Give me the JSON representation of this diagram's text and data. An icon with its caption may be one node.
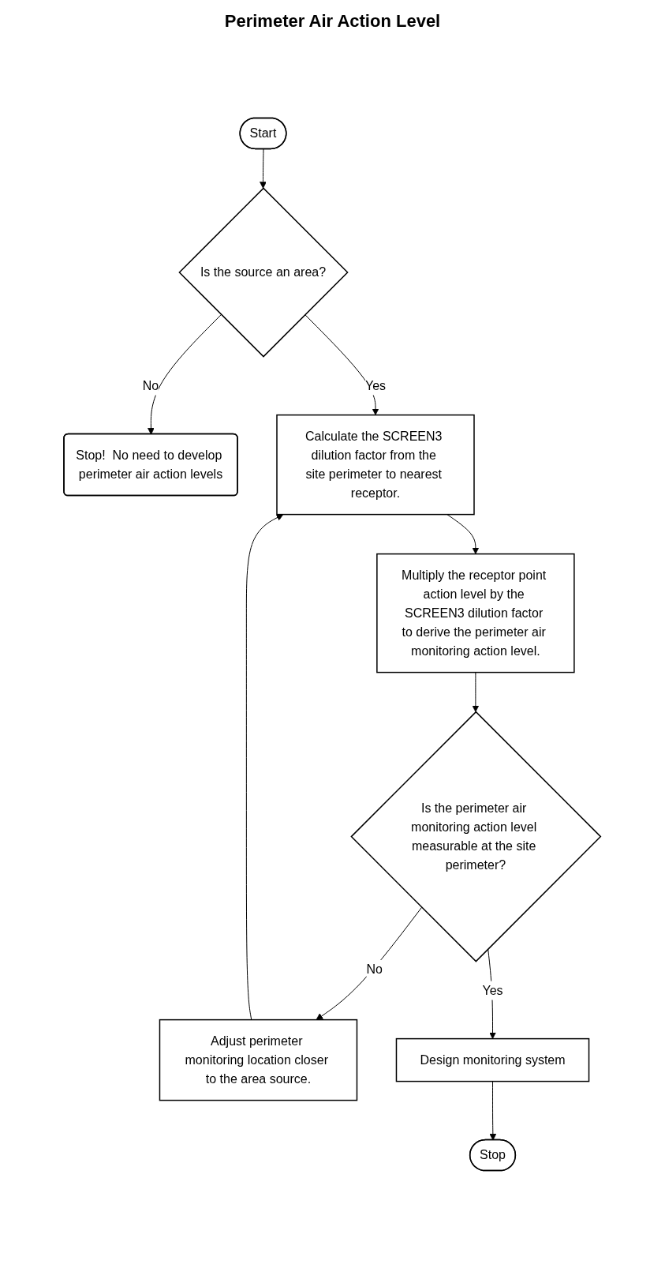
{
  "diagram": {
    "title": "Perimeter Air Action Level",
    "nodes": [
      {
        "text": [
          "Start"
        ]
      },
      {
        "text": [
          "Is the source an area?"
        ]
      },
      {
        "text": [
          "Stop!  No need to develop perimeter air action levels"
        ]
      },
      {
        "text": [
          "Calculate the SCREEN3 dilution factor from the site perimeter to nearest receptor."
        ]
      },
      {
        "text": [
          "Multiply the receptor point action level by the SCREEN3 dilution factor to derive the perimeter air monitoring action level."
        ]
      },
      {
        "text": [
          "Adjust perimeter monitoring location closer to the area source."
        ]
      },
      {
        "text": [
          "Is the perimeter air monitoring action level measurable at the site perimeter?"
        ]
      },
      {
        "text": [
          "Design monitoring system"
        ]
      },
      {
        "text": [
          "Stop"
        ]
      }
    ],
    "edges": [
      {
        "from": 0,
        "to": 1,
        "arrow": "to"
      },
      {
        "from": 1,
        "to": 2,
        "arrow": "to",
        "label": "No"
      },
      {
        "from": 1,
        "to": 3,
        "arrow": "to",
        "label": "Yes"
      },
      {
        "from": 3,
        "to": 4,
        "arrow": "to"
      },
      {
        "from": 4,
        "to": 6,
        "arrow": "to"
      },
      {
        "from": 6,
        "to": 5,
        "arrow": "to",
        "label": "No"
      },
      {
        "from": 5,
        "to": 3,
        "arrow": "to"
      },
      {
        "from": 6,
        "to": 7,
        "arrow": "to",
        "label": "Yes"
      },
      {
        "from": 7,
        "to": 8,
        "arrow": "to"
      }
    ]
  }
}
